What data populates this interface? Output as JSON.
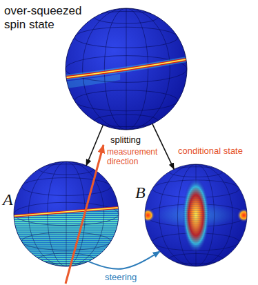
{
  "diagram": {
    "nodes": [
      {
        "text": [
          "over-squeezed spin state"
        ]
      },
      {
        "text": [
          "A"
        ]
      },
      {
        "text": [
          "B"
        ]
      }
    ],
    "edges": [
      {
        "from": 0,
        "to": 1,
        "arrow": "to"
      },
      {
        "from": 0,
        "to": 2,
        "arrow": "to"
      },
      {
        "from": 1,
        "to": 2,
        "label": "steering",
        "arrow": "to"
      }
    ],
    "labels": [
      "splitting",
      "measurement direction",
      "conditional state"
    ]
  }
}
